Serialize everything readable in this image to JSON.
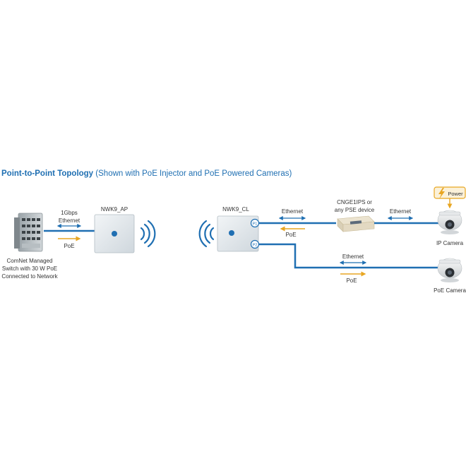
{
  "title": {
    "bold": "Point-to-Point Topology",
    "normal": "(Shown with PoE Injector and PoE Powered Cameras)"
  },
  "switch": {
    "caption": [
      "ComNet Managed",
      "Switch with 30 W PoE",
      "Connected to Network"
    ]
  },
  "link_switch_ap": {
    "top_label": [
      "1Gbps",
      "Ethernet"
    ],
    "bottom_label": "PoE"
  },
  "ap": {
    "label": "NWK9_AP"
  },
  "cl": {
    "label": "NWK9_CL",
    "port1": "P1",
    "port2": "P2"
  },
  "link_cl_injector": {
    "top_label": "Ethernet",
    "bottom_label": "PoE"
  },
  "injector": {
    "label": [
      "CNGE1IPS or",
      "any PSE device"
    ]
  },
  "link_injector_cam": {
    "top_label": "Ethernet"
  },
  "power_badge": {
    "label": "Power"
  },
  "ip_camera": {
    "label": "IP Camera"
  },
  "link_cl_poecam": {
    "top_label": "Ethernet",
    "bottom_label": "PoE"
  },
  "poe_camera": {
    "label": "PoE Camera"
  },
  "colors": {
    "accent": "#1f6fb2",
    "poe": "#e8a622",
    "text": "#333333",
    "device": "#e3e8ec"
  }
}
